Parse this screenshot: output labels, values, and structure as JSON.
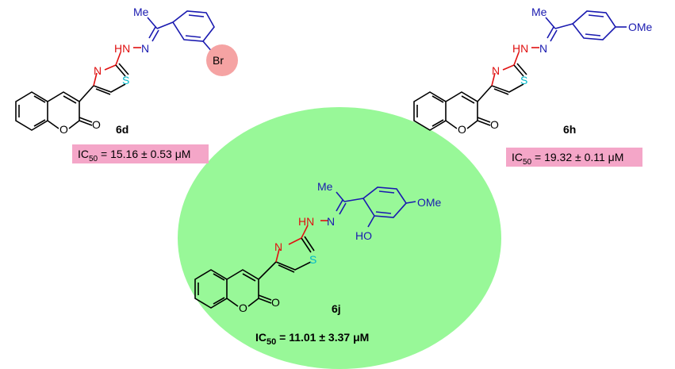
{
  "colors": {
    "highlight_pink": "#f4a6c8",
    "circle_pink": "#f5a3a3",
    "ellipse_green": "#98f898",
    "atom_blue": "#1a1ab0",
    "atom_red": "#e01010",
    "atom_cyan": "#00b8c8"
  },
  "compounds": [
    {
      "id": "6d",
      "label": "6d",
      "substituent": "Br",
      "methyl": "Me",
      "hydrazone": "HN",
      "ring_n": "N",
      "ring_s": "S",
      "lactone_o": "O",
      "carbonyl_o": "O",
      "ic50_label": "IC",
      "ic50_sub": "50",
      "ic50_value": " = 15.16 ± 0.53 μM"
    },
    {
      "id": "6h",
      "label": "6h",
      "substituent": "OMe",
      "methyl": "Me",
      "hydrazone": "HN",
      "ring_n": "N",
      "ring_s": "S",
      "lactone_o": "O",
      "carbonyl_o": "O",
      "ic50_label": "IC",
      "ic50_sub": "50",
      "ic50_value": " = 19.32 ± 0.11 μM"
    },
    {
      "id": "6j",
      "label": "6j",
      "substituent": "OMe",
      "hydroxy": "HO",
      "methyl": "Me",
      "hydrazone": "HN",
      "ring_n": "N",
      "ring_s": "S",
      "lactone_o": "O",
      "carbonyl_o": "O",
      "ic50_label": "IC",
      "ic50_sub": "50",
      "ic50_value": " = 11.01 ± 3.37 μM"
    }
  ]
}
